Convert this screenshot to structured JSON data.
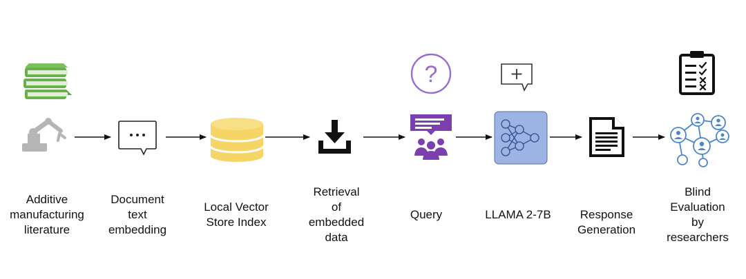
{
  "diagram": {
    "steps": [
      {
        "lines": [
          "Additive",
          "manufacturing",
          "literature"
        ]
      },
      {
        "lines": [
          "Document",
          "text",
          "embedding"
        ]
      },
      {
        "lines": [
          "Local Vector",
          "Store Index"
        ]
      },
      {
        "lines": [
          "Retrieval",
          "of",
          "embedded",
          "data"
        ]
      },
      {
        "lines": [
          "Query"
        ]
      },
      {
        "lines": [
          "LLAMA 2-7B"
        ]
      },
      {
        "lines": [
          "Response",
          "Generation"
        ]
      },
      {
        "lines": [
          "Blind",
          "Evaluation",
          "by",
          "researchers"
        ]
      }
    ],
    "colors": {
      "books": "#6ab04c",
      "robot_arm": "#b5b5b5",
      "database": "#f5d565",
      "query": "#7b3fb0",
      "question_ring": "#9a6cc9",
      "llm_box": "#9db3e3",
      "network": "#4e86c5",
      "arrow": "#111111"
    },
    "icons": [
      "books-icon",
      "robot-arm-icon",
      "chat-bubble-icon",
      "database-icon",
      "download-icon",
      "question-icon",
      "query-group-icon",
      "add-comment-icon",
      "neural-network-icon",
      "document-icon",
      "clipboard-checklist-icon",
      "people-network-icon"
    ]
  }
}
